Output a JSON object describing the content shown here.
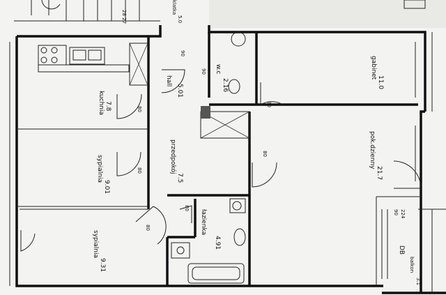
{
  "rooms": [
    {
      "id": "kuchnia",
      "name": "kuchnia",
      "area": "7.8"
    },
    {
      "id": "sypialnia-1",
      "name": "sypialnia",
      "area": "9.01"
    },
    {
      "id": "sypialnia-2",
      "name": "sypialnia",
      "area": "9.31"
    },
    {
      "id": "przedpokoj",
      "name": "przedpokój",
      "area": "7.5"
    },
    {
      "id": "lazienka",
      "name": "łazienka",
      "area": "4.91"
    },
    {
      "id": "wc",
      "name": "w.c",
      "area": "2.16"
    },
    {
      "id": "hall",
      "name": "hall",
      "area": "5.01"
    },
    {
      "id": "pok-dzienny",
      "name": "pok.dzienny",
      "area": "21.7"
    },
    {
      "id": "gabinet",
      "name": "gabinet",
      "area": "11.0"
    },
    {
      "id": "balkon",
      "name": "balkon",
      "area": "3.1"
    },
    {
      "id": "klatka",
      "name": "klatka",
      "area": "5.0"
    }
  ],
  "door_labels": [
    "80",
    "80",
    "80",
    "80",
    "80",
    "80",
    "90",
    "90"
  ],
  "annotations": {
    "db": "DB",
    "dim_90": "90",
    "dim_224": "224",
    "stair_numbers": "28 27"
  }
}
